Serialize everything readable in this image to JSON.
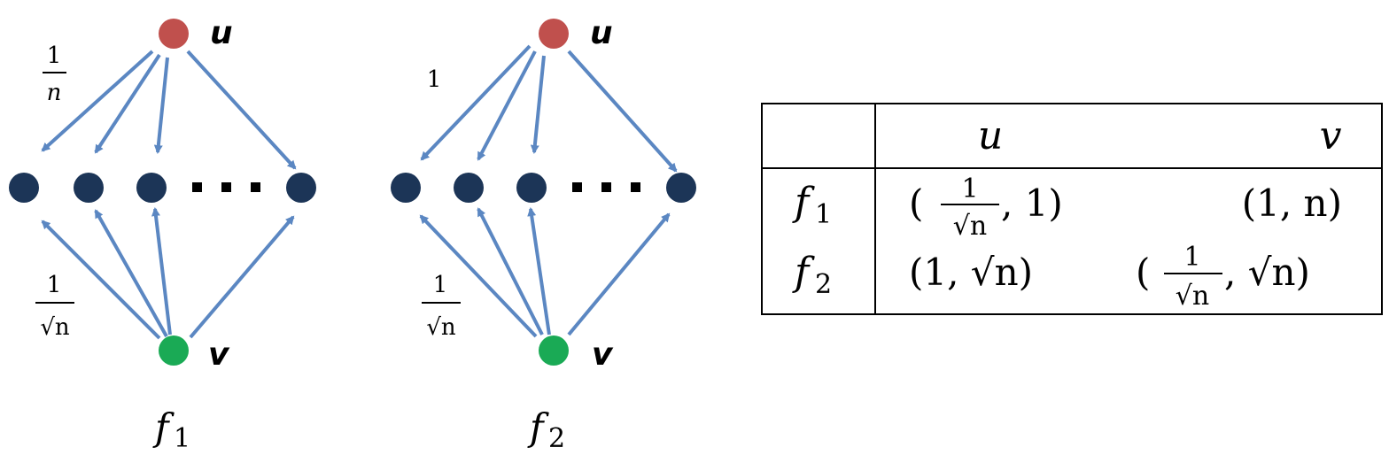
{
  "colors": {
    "edge": "#5b87c2",
    "node_top": "#c0504d",
    "node_bottom": "#1aaa55",
    "node_mid": "#1c3557"
  },
  "diagrams": [
    {
      "id": "f1",
      "top_label": "u",
      "bottom_label": "v",
      "ellipsis": "■ ■ ■",
      "top_weight": {
        "numerator": "1",
        "denominator": "n"
      },
      "bottom_weight": {
        "numerator": "1",
        "denominator": "√n"
      },
      "caption": {
        "base": "f",
        "sub": "1"
      }
    },
    {
      "id": "f2",
      "top_label": "u",
      "bottom_label": "v",
      "ellipsis": "■ ■ ■",
      "top_weight": {
        "value": "1"
      },
      "bottom_weight": {
        "numerator": "1",
        "denominator": "√n"
      },
      "caption": {
        "base": "f",
        "sub": "2"
      }
    }
  ],
  "table": {
    "headers": [
      "u",
      "v"
    ],
    "rows": [
      {
        "label": {
          "base": "f",
          "sub": "1"
        },
        "u": {
          "open": "(",
          "frac_num": "1",
          "frac_den": "√n",
          "rest": ", 1)"
        },
        "v": {
          "text": "(1, n)"
        }
      },
      {
        "label": {
          "base": "f",
          "sub": "2"
        },
        "u": {
          "text": "(1, √n)"
        },
        "v": {
          "open": "(",
          "frac_num": "1",
          "frac_den": "√n",
          "rest": ", √n)"
        }
      }
    ]
  }
}
